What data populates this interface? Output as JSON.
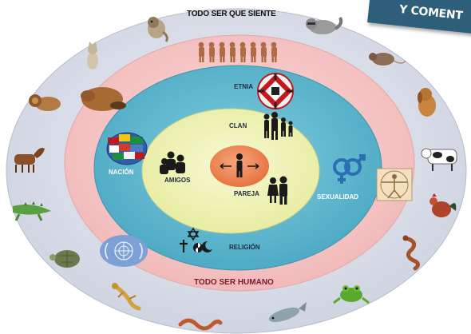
{
  "banner": {
    "text": "Y COMENT"
  },
  "rings": {
    "outer_label": "TODO SER QUE SIENTE",
    "human_label": "TODO SER HUMANO"
  },
  "labels": {
    "etnia": "ETNIA",
    "clan": "CLAN",
    "nacion": "NACIÓN",
    "amigos": "AMIGOS",
    "pareja": "PAREJA",
    "sexualidad": "SEXUALIDAD",
    "religion": "RELIGIÓN"
  },
  "colors": {
    "outer_ring": "#d9dde8",
    "human_ring": "#f6c9c8",
    "blue_ring": "#5fb9cf",
    "yellow_ring": "#eef2b4",
    "center": "#f08a5a"
  },
  "icons": {
    "outer_animals": [
      "monkey-icon",
      "raccoon-icon",
      "rat-icon",
      "dog-icon",
      "cow-icon",
      "rooster-icon",
      "snake-icon",
      "frog-icon",
      "fish-icon",
      "worm-icon",
      "lizard-icon",
      "turtle-icon",
      "crocodile-icon",
      "horse-icon",
      "lion-icon",
      "beaver-icon",
      "cat-icon"
    ],
    "evolution": "human-evolution-icon",
    "etnia": "ethnic-emblem-icon",
    "clan": "family-group-icon",
    "nacion": "flags-globe-icon",
    "amigos": "friends-icon",
    "individual": "person-arrows-icon",
    "pareja": "couple-icon",
    "sexualidad": "gender-symbols-icon",
    "religion": "religious-symbols-icon",
    "vitruvian": "vitruvian-man-icon",
    "un_emblem": "world-emblem-icon"
  }
}
